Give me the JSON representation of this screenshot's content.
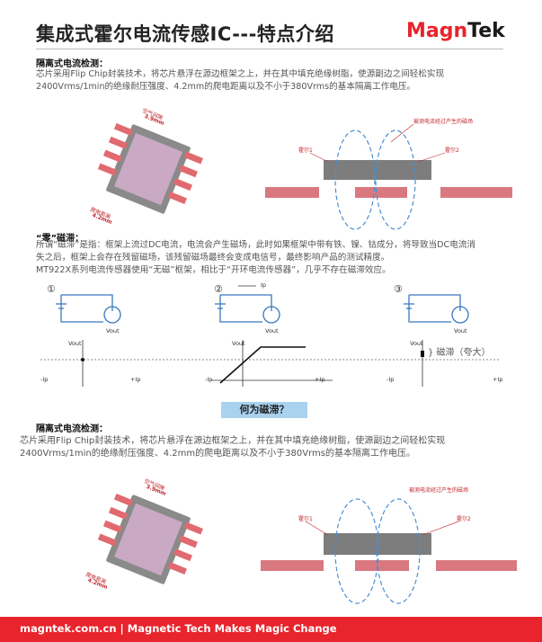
{
  "header": {
    "title": "集成式霍尔电流传感IC---特点介绍",
    "logo_left": "Magn",
    "logo_right": "Tek"
  },
  "section1": {
    "heading": "隔离式电流检测：",
    "line1": "芯片采用Flip Chip封装技术，将芯片悬浮在源边框架之上，并在其中填充绝缘树脂，使源副边之间轻松实现",
    "line2": "2400Vrms/1min的绝缘耐压强度、4.2mm的爬电距离以及不小于380Vrms的基本隔离工作电压。"
  },
  "figure1": {
    "clearance_label": "空气间隙",
    "clearance_value": "3.9mm",
    "creepage_label": "爬电距离",
    "creepage_value": "4.2mm",
    "field_label": "被测电流经过产生的磁场",
    "hall1": "霍尔1",
    "hall2": "霍尔2"
  },
  "section2": {
    "heading": "“零”磁滞：",
    "line1": "所谓“磁滞”是指：框架上流过DC电流，电流会产生磁场，此时如果框架中带有铁、镍、钴成分，将导致当DC电流消",
    "line2": "失之后，框架上会存在残留磁场，该残留磁场最终会变成电信号，最终影响产品的测试精度。",
    "line3": "MT922X系列电流传感器使用“无磁”框架，相比于“开环电流传感器”，几乎不存在磁滞效应。"
  },
  "hysteresis": {
    "step1": "①",
    "step2": "②",
    "step3": "③",
    "ip": "Ip",
    "vout": "Vout",
    "neg_ip": "-Ip",
    "pos_ip": "+Ip",
    "hysteresis_note": "} 磁滞（夸大）",
    "button": "何为磁滞？"
  },
  "section3": {
    "heading": "隔离式电流检测：",
    "line1": "芯片采用Flip Chip封装技术，将芯片悬浮在源边框架之上，并在其中填充绝缘树脂，使源副边之间轻松实现",
    "line2": "2400Vrms/1min的绝缘耐压强度、4.2mm的爬电距离以及不小于380Vrms的基本隔离工作电压。"
  },
  "footer": {
    "text": "magntek.com.cn | Magnetic Tech Makes Magic Change"
  },
  "colors": {
    "accent": "#e8242c",
    "pin": "#d9787f",
    "field": "#4a8fd4"
  }
}
